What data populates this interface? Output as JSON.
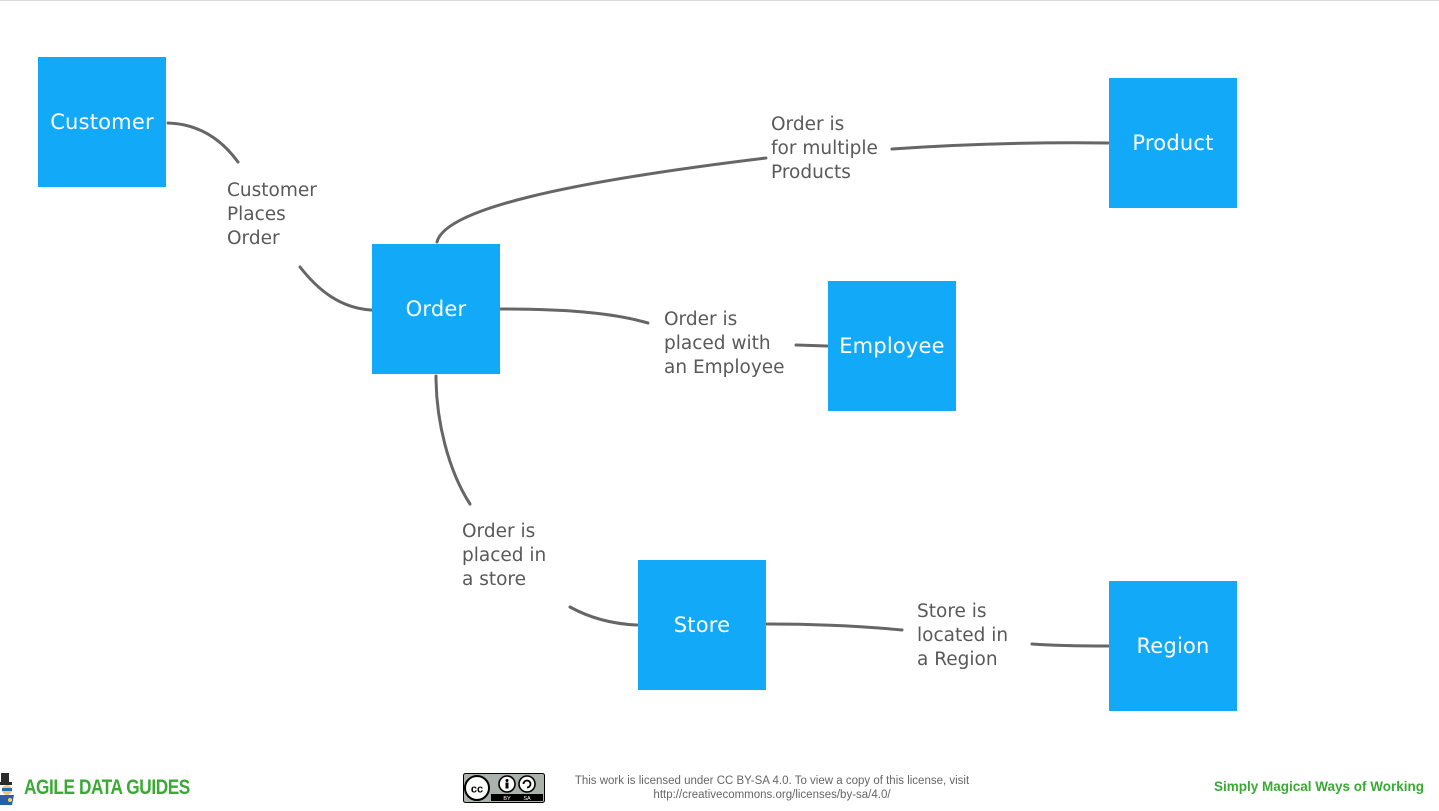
{
  "colors": {
    "entity_fill": "#12a9f8",
    "entity_text": "#ffffff",
    "connector": "#666666",
    "relationship_text": "#595959",
    "brand_green": "#3aa935"
  },
  "entities": {
    "customer": "Customer",
    "order": "Order",
    "product": "Product",
    "employee": "Employee",
    "store": "Store",
    "region": "Region"
  },
  "relationships": {
    "customer_order": [
      "Customer",
      "Places",
      "Order"
    ],
    "order_product": [
      "Order is",
      "for multiple",
      "Products"
    ],
    "order_employee": [
      "Order is",
      "placed with",
      "an Employee"
    ],
    "order_store": [
      "Order is",
      "placed in",
      "a store"
    ],
    "store_region": [
      "Store is",
      "located in",
      "a Region"
    ]
  },
  "footer": {
    "brand": "AGILE DATA GUIDES",
    "brand_icon": "wizard-mascot-icon",
    "cc_badge_icon": "cc-by-sa-badge",
    "license_line1": "This work is licensed under CC BY-SA 4.0. To view a copy of this license, visit",
    "license_line2": "http://creativecommons.org/licenses/by-sa/4.0/",
    "tagline": "Simply Magical Ways of Working"
  }
}
